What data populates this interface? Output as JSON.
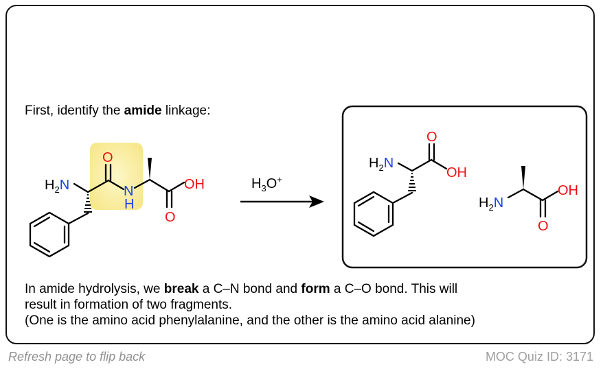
{
  "intro": {
    "prefix": "First, identify the ",
    "bold": "amide",
    "suffix": " linkage:"
  },
  "reaction": {
    "reagent_main": "H",
    "reagent_sub": "3",
    "reagent_o": "O",
    "reagent_sup": "+"
  },
  "atoms": {
    "nitrogen": "N",
    "hydrogen": "H",
    "oxygen": "O",
    "amine_h": "H",
    "amine_sub": "2",
    "hydroxyl": "OH"
  },
  "colors": {
    "nitrogen": "#1d3ff0",
    "oxygen": "#ee1111",
    "highlight": "#fbefa8",
    "border": "#111111"
  },
  "explanation": {
    "line1_a": "In amide hydrolysis, we ",
    "line1_b": "break",
    "line1_c": " a C–N bond and ",
    "line1_d": "form",
    "line1_e": " a C–O bond. This will",
    "line2": "result in formation of two fragments.",
    "line3": "(One is the amino acid phenylalanine, and the other is the amino acid alanine)"
  },
  "footer": {
    "flip": "Refresh page to flip back",
    "quiz_id": "MOC Quiz ID: 3171"
  }
}
